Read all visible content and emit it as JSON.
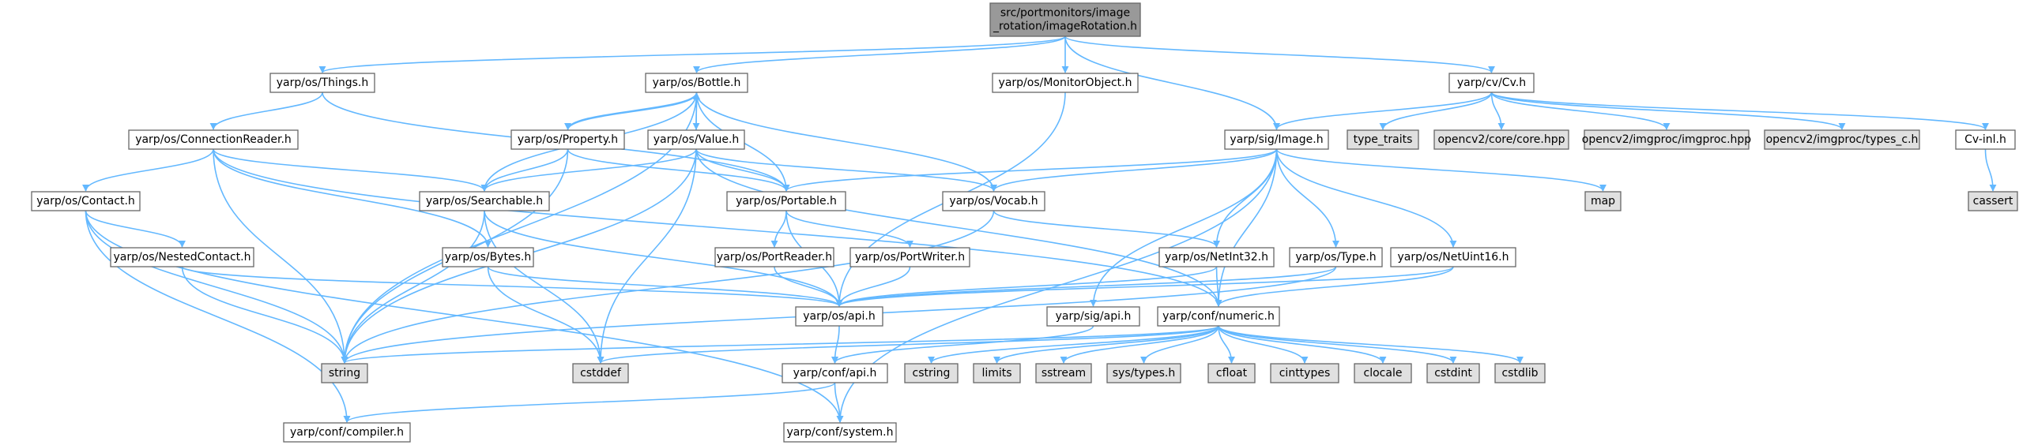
{
  "colors": {
    "edge": "#63b8ff",
    "root_fill": "#999999",
    "node_fill": "#ffffff",
    "system_fill": "#e0e0e0",
    "border": "#666666"
  },
  "nodes": {
    "root": {
      "lines": [
        "src/portmonitors/image",
        "_rotation/imageRotation.h"
      ],
      "kind": "root"
    },
    "things": {
      "lines": [
        "yarp/os/Things.h"
      ],
      "kind": "header"
    },
    "bottle": {
      "lines": [
        "yarp/os/Bottle.h"
      ],
      "kind": "header"
    },
    "monitorobject": {
      "lines": [
        "yarp/os/MonitorObject.h"
      ],
      "kind": "header"
    },
    "cv": {
      "lines": [
        "yarp/cv/Cv.h"
      ],
      "kind": "header"
    },
    "connreader": {
      "lines": [
        "yarp/os/ConnectionReader.h"
      ],
      "kind": "header"
    },
    "property": {
      "lines": [
        "yarp/os/Property.h"
      ],
      "kind": "header"
    },
    "value": {
      "lines": [
        "yarp/os/Value.h"
      ],
      "kind": "header"
    },
    "image": {
      "lines": [
        "yarp/sig/Image.h"
      ],
      "kind": "header"
    },
    "typetraits": {
      "lines": [
        "type_traits"
      ],
      "kind": "system"
    },
    "corehpp": {
      "lines": [
        "opencv2/core/core.hpp"
      ],
      "kind": "system"
    },
    "imgprochpp": {
      "lines": [
        "opencv2/imgproc/imgproc.hpp"
      ],
      "kind": "system"
    },
    "typesc": {
      "lines": [
        "opencv2/imgproc/types_c.h"
      ],
      "kind": "system"
    },
    "cvinl": {
      "lines": [
        "Cv-inl.h"
      ],
      "kind": "header"
    },
    "contact": {
      "lines": [
        "yarp/os/Contact.h"
      ],
      "kind": "header"
    },
    "searchable": {
      "lines": [
        "yarp/os/Searchable.h"
      ],
      "kind": "header"
    },
    "portable": {
      "lines": [
        "yarp/os/Portable.h"
      ],
      "kind": "header"
    },
    "vocab": {
      "lines": [
        "yarp/os/Vocab.h"
      ],
      "kind": "header"
    },
    "map": {
      "lines": [
        "map"
      ],
      "kind": "system"
    },
    "cassert": {
      "lines": [
        "cassert"
      ],
      "kind": "system"
    },
    "nestedcontact": {
      "lines": [
        "yarp/os/NestedContact.h"
      ],
      "kind": "header"
    },
    "bytes": {
      "lines": [
        "yarp/os/Bytes.h"
      ],
      "kind": "header"
    },
    "portreader": {
      "lines": [
        "yarp/os/PortReader.h"
      ],
      "kind": "header"
    },
    "portwriter": {
      "lines": [
        "yarp/os/PortWriter.h"
      ],
      "kind": "header"
    },
    "netint32": {
      "lines": [
        "yarp/os/NetInt32.h"
      ],
      "kind": "header"
    },
    "type": {
      "lines": [
        "yarp/os/Type.h"
      ],
      "kind": "header"
    },
    "netuint16": {
      "lines": [
        "yarp/os/NetUint16.h"
      ],
      "kind": "header"
    },
    "osapi": {
      "lines": [
        "yarp/os/api.h"
      ],
      "kind": "header"
    },
    "sigapi": {
      "lines": [
        "yarp/sig/api.h"
      ],
      "kind": "header"
    },
    "numeric": {
      "lines": [
        "yarp/conf/numeric.h"
      ],
      "kind": "header"
    },
    "string": {
      "lines": [
        "string"
      ],
      "kind": "system"
    },
    "cstddef": {
      "lines": [
        "cstddef"
      ],
      "kind": "system"
    },
    "confapi": {
      "lines": [
        "yarp/conf/api.h"
      ],
      "kind": "header"
    },
    "cstring": {
      "lines": [
        "cstring"
      ],
      "kind": "system"
    },
    "limits": {
      "lines": [
        "limits"
      ],
      "kind": "system"
    },
    "sstream": {
      "lines": [
        "sstream"
      ],
      "kind": "system"
    },
    "systypes": {
      "lines": [
        "sys/types.h"
      ],
      "kind": "system"
    },
    "cfloat": {
      "lines": [
        "cfloat"
      ],
      "kind": "system"
    },
    "cinttypes": {
      "lines": [
        "cinttypes"
      ],
      "kind": "system"
    },
    "clocale": {
      "lines": [
        "clocale"
      ],
      "kind": "system"
    },
    "cstdint": {
      "lines": [
        "cstdint"
      ],
      "kind": "system"
    },
    "cstdlib": {
      "lines": [
        "cstdlib"
      ],
      "kind": "system"
    },
    "compiler": {
      "lines": [
        "yarp/conf/compiler.h"
      ],
      "kind": "header"
    },
    "system": {
      "lines": [
        "yarp/conf/system.h"
      ],
      "kind": "header"
    }
  },
  "edges": [
    [
      "root",
      "things"
    ],
    [
      "root",
      "bottle"
    ],
    [
      "root",
      "monitorobject"
    ],
    [
      "root",
      "image"
    ],
    [
      "root",
      "cv"
    ],
    [
      "things",
      "connreader"
    ],
    [
      "things",
      "portable"
    ],
    [
      "bottle",
      "property"
    ],
    [
      "bottle",
      "value"
    ],
    [
      "bottle",
      "searchable"
    ],
    [
      "bottle",
      "portable"
    ],
    [
      "bottle",
      "vocab"
    ],
    [
      "bottle",
      "string"
    ],
    [
      "property",
      "bottle"
    ],
    [
      "property",
      "searchable"
    ],
    [
      "property",
      "portable"
    ],
    [
      "property",
      "string"
    ],
    [
      "value",
      "bottle"
    ],
    [
      "value",
      "searchable"
    ],
    [
      "value",
      "portable"
    ],
    [
      "value",
      "vocab"
    ],
    [
      "value",
      "numeric"
    ],
    [
      "value",
      "string"
    ],
    [
      "value",
      "cstddef"
    ],
    [
      "monitorobject",
      "osapi"
    ],
    [
      "cv",
      "image"
    ],
    [
      "cv",
      "typetraits"
    ],
    [
      "cv",
      "corehpp"
    ],
    [
      "cv",
      "imgprochpp"
    ],
    [
      "cv",
      "typesc"
    ],
    [
      "cv",
      "cvinl"
    ],
    [
      "cvinl",
      "cassert"
    ],
    [
      "connreader",
      "contact"
    ],
    [
      "connreader",
      "bytes"
    ],
    [
      "connreader",
      "searchable"
    ],
    [
      "connreader",
      "numeric"
    ],
    [
      "connreader",
      "string"
    ],
    [
      "contact",
      "nestedcontact"
    ],
    [
      "contact",
      "string"
    ],
    [
      "contact",
      "compiler"
    ],
    [
      "contact",
      "system"
    ],
    [
      "nestedcontact",
      "osapi"
    ],
    [
      "nestedcontact",
      "string"
    ],
    [
      "searchable",
      "osapi"
    ],
    [
      "searchable",
      "string"
    ],
    [
      "searchable",
      "cstddef"
    ],
    [
      "bytes",
      "osapi"
    ],
    [
      "bytes",
      "cstddef"
    ],
    [
      "portable",
      "portreader"
    ],
    [
      "portable",
      "portwriter"
    ],
    [
      "portable",
      "osapi"
    ],
    [
      "portreader",
      "osapi"
    ],
    [
      "portwriter",
      "osapi"
    ],
    [
      "vocab",
      "netint32"
    ],
    [
      "vocab",
      "string"
    ],
    [
      "image",
      "portable"
    ],
    [
      "image",
      "vocab"
    ],
    [
      "image",
      "map"
    ],
    [
      "image",
      "netint32"
    ],
    [
      "image",
      "type"
    ],
    [
      "image",
      "netuint16"
    ],
    [
      "image",
      "sigapi"
    ],
    [
      "image",
      "numeric"
    ],
    [
      "image",
      "system"
    ],
    [
      "netint32",
      "osapi"
    ],
    [
      "netint32",
      "numeric"
    ],
    [
      "type",
      "osapi"
    ],
    [
      "type",
      "string"
    ],
    [
      "netuint16",
      "osapi"
    ],
    [
      "netuint16",
      "numeric"
    ],
    [
      "osapi",
      "confapi"
    ],
    [
      "sigapi",
      "confapi"
    ],
    [
      "numeric",
      "string"
    ],
    [
      "numeric",
      "cstddef"
    ],
    [
      "numeric",
      "cstring"
    ],
    [
      "numeric",
      "limits"
    ],
    [
      "numeric",
      "sstream"
    ],
    [
      "numeric",
      "systypes"
    ],
    [
      "numeric",
      "cfloat"
    ],
    [
      "numeric",
      "cinttypes"
    ],
    [
      "numeric",
      "clocale"
    ],
    [
      "numeric",
      "cstdint"
    ],
    [
      "numeric",
      "cstdlib"
    ],
    [
      "confapi",
      "compiler"
    ],
    [
      "confapi",
      "system"
    ]
  ]
}
